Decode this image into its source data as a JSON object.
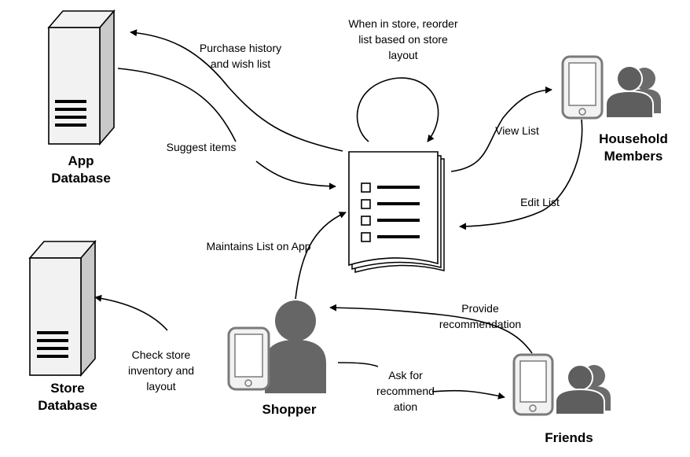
{
  "nodes": {
    "app_database": {
      "line1": "App",
      "line2": "Database"
    },
    "store_database": {
      "line1": "Store",
      "line2": "Database"
    },
    "household": {
      "line1": "Household",
      "line2": "Members"
    },
    "shopper": {
      "label": "Shopper"
    },
    "friends": {
      "label": "Friends"
    }
  },
  "edges": {
    "purchase_history": {
      "line1": "Purchase history",
      "line2": "and wish list"
    },
    "suggest_items": {
      "label": "Suggest items"
    },
    "reorder": {
      "line1": "When in store, reorder",
      "line2": "list based on store",
      "line3": "layout"
    },
    "view_list": {
      "label": "View List"
    },
    "edit_list": {
      "label": "Edit List"
    },
    "maintains_list": {
      "label": "Maintains List on App"
    },
    "check_store": {
      "line1": "Check store",
      "line2": "inventory and",
      "line3": "layout"
    },
    "provide_recommendation": {
      "line1": "Provide",
      "line2": "recommendation"
    },
    "ask_recommendation": {
      "line1": "Ask for",
      "line2": "recommend",
      "line3": "ation"
    }
  },
  "icons": {
    "server": "server-icon",
    "document": "shopping-list-document-icon",
    "phone": "smartphone-icon",
    "group": "people-group-icon",
    "person": "person-icon"
  }
}
